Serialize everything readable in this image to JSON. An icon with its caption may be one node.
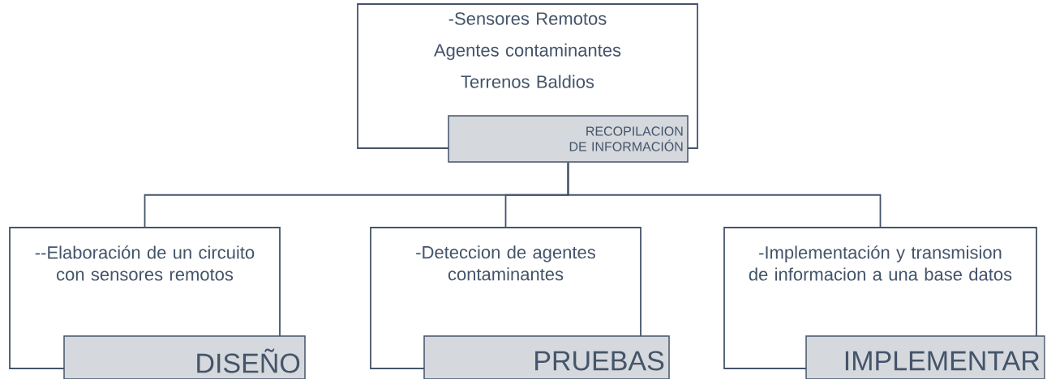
{
  "diagram": {
    "nodes": [
      {
        "text": [
          "-Sensores Remotos",
          "Agentes contaminantes",
          "Terrenos Baldios"
        ]
      },
      {
        "text": [
          "RECOPILACION DE INFORMACIÓN"
        ]
      },
      {
        "text": [
          "--Elaboración de un circuito con sensores remotos"
        ]
      },
      {
        "text": [
          "DISEÑO"
        ]
      },
      {
        "text": [
          "-Deteccion de agentes contaminantes"
        ]
      },
      {
        "text": [
          "PRUEBAS"
        ]
      },
      {
        "text": [
          "-Implementación y transmision de informacion a una base datos"
        ]
      },
      {
        "text": [
          "IMPLEMENTAR"
        ]
      }
    ],
    "edges": [
      {
        "from": 1,
        "to": 2,
        "arrow": "none"
      },
      {
        "from": 1,
        "to": 4,
        "arrow": "none"
      },
      {
        "from": 1,
        "to": 6,
        "arrow": "none"
      }
    ]
  }
}
